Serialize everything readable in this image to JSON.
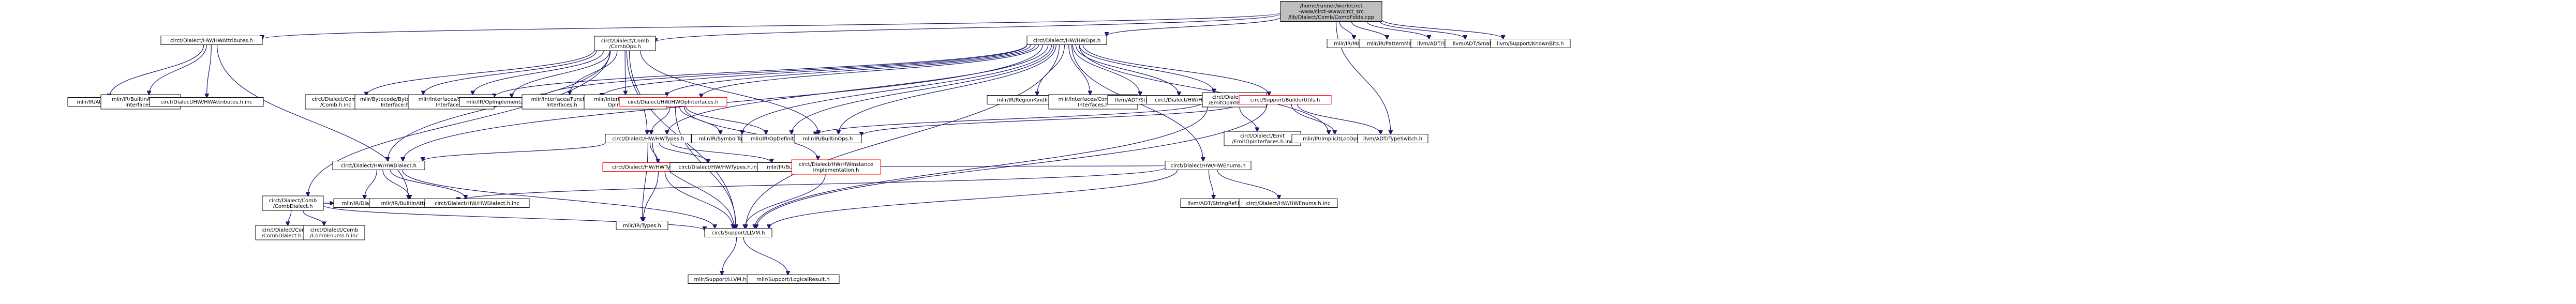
{
  "nodes": [
    {
      "id": "root",
      "lines": [
        "/home/runner/work/circt",
        "-www/circt-www/circt_src",
        "/lib/Dialect/Comb/CombFolds.cpp"
      ]
    },
    {
      "id": "hwattributes",
      "lines": [
        "circt/Dialect/HW/HWAttributes.h"
      ]
    },
    {
      "id": "combops",
      "lines": [
        "circt/Dialect/Comb",
        "/CombOps.h"
      ]
    },
    {
      "id": "hwops",
      "lines": [
        "circt/Dialect/HW/HWOps.h"
      ]
    },
    {
      "id": "mlir-matchers",
      "lines": [
        "mlir/IR/Matchers.h"
      ]
    },
    {
      "id": "mlir-patternmatch",
      "lines": [
        "mlir/IR/PatternMatch.h"
      ]
    },
    {
      "id": "llvm-setvector",
      "lines": [
        "llvm/ADT/SetVector.h"
      ]
    },
    {
      "id": "llvm-smallbitvector",
      "lines": [
        "llvm/ADT/SmallBitVector.h"
      ]
    },
    {
      "id": "llvm-knownbits",
      "lines": [
        "llvm/Support/KnownBits.h"
      ]
    },
    {
      "id": "mlir-attributes",
      "lines": [
        "mlir/IR/Attributes.h"
      ]
    },
    {
      "id": "mlir-builtinattrifaces",
      "lines": [
        "mlir/IR/BuiltinAttribute",
        "Interfaces.h"
      ]
    },
    {
      "id": "hwattributes-inc",
      "lines": [
        "circt/Dialect/HW/HWAttributes.h.inc"
      ]
    },
    {
      "id": "combdialect",
      "lines": [
        "circt/Dialect/Comb",
        "/CombDialect.h"
      ]
    },
    {
      "id": "comb-h-inc",
      "lines": [
        "circt/Dialect/Comb",
        "/Comb.h.inc"
      ]
    },
    {
      "id": "mlir-bytecode",
      "lines": [
        "mlir/Bytecode/BytecodeOp",
        "Interface.h"
      ]
    },
    {
      "id": "mlir-sideeffect",
      "lines": [
        "mlir/Interfaces/SideEffect",
        "Interfaces.h"
      ]
    },
    {
      "id": "mlir-opimpl",
      "lines": [
        "mlir/IR/OpImplementation.h"
      ]
    },
    {
      "id": "mlir-functionifaces",
      "lines": [
        "mlir/Interfaces/Function",
        "Interfaces.h"
      ]
    },
    {
      "id": "mlir-infertype",
      "lines": [
        "mlir/Interfaces/InferType",
        "OpInterface.h"
      ]
    },
    {
      "id": "hwopinterfaces",
      "lines": [
        "circt/Dialect/HW/HWOpInterfaces.h"
      ]
    },
    {
      "id": "mlir-regionkind",
      "lines": [
        "mlir/IR/RegionKindInterface.h"
      ]
    },
    {
      "id": "mlir-controlflow",
      "lines": [
        "mlir/Interfaces/ControlFlow",
        "Interfaces.h"
      ]
    },
    {
      "id": "llvm-stringextras",
      "lines": [
        "llvm/ADT/StringExtras.h"
      ]
    },
    {
      "id": "hw-h-inc",
      "lines": [
        "circt/Dialect/HW/HW.h.inc"
      ]
    },
    {
      "id": "emitopinterfaces",
      "lines": [
        "circt/Dialect/Emit",
        "/EmitOpInterfaces.h"
      ]
    },
    {
      "id": "builderutils",
      "lines": [
        "circt/Support/BuilderUtils.h"
      ]
    },
    {
      "id": "hwtypes",
      "lines": [
        "circt/Dialect/HW/HWTypes.h"
      ]
    },
    {
      "id": "mlir-symboltable",
      "lines": [
        "mlir/IR/SymbolTable.h"
      ]
    },
    {
      "id": "mlir-opdefinition",
      "lines": [
        "mlir/IR/OpDefinition.h"
      ]
    },
    {
      "id": "mlir-builtinops",
      "lines": [
        "mlir/IR/BuiltinOps.h"
      ]
    },
    {
      "id": "emitopinterfaces-inc",
      "lines": [
        "circt/Dialect/Emit",
        "/EmitOpInterfaces.h.inc"
      ]
    },
    {
      "id": "mlir-implicitlocopbuilder",
      "lines": [
        "mlir/IR/ImplicitLocOpBuilder.h"
      ]
    },
    {
      "id": "llvm-typeswitch",
      "lines": [
        "llvm/ADT/TypeSwitch.h"
      ]
    },
    {
      "id": "hwenums",
      "lines": [
        "circt/Dialect/HW/HWEnums.h"
      ]
    },
    {
      "id": "hwtypeinterfaces",
      "lines": [
        "circt/Dialect/HW/HWTypeInterfaces.h"
      ]
    },
    {
      "id": "hwtypes-inc",
      "lines": [
        "circt/Dialect/HW/HWTypes.h.inc"
      ]
    },
    {
      "id": "mlir-builtintypes",
      "lines": [
        "mlir/IR/BuiltinTypes.h"
      ]
    },
    {
      "id": "hwinstanceimpl",
      "lines": [
        "circt/Dialect/HW/HWInstance",
        "Implementation.h"
      ]
    },
    {
      "id": "llvm-stringref",
      "lines": [
        "llvm/ADT/StringRef.h"
      ]
    },
    {
      "id": "hwenums-inc",
      "lines": [
        "circt/Dialect/HW/HWEnums.h.inc"
      ]
    },
    {
      "id": "hwdialect",
      "lines": [
        "circt/Dialect/HW/HWDialect.h"
      ]
    },
    {
      "id": "combdialect-inc",
      "lines": [
        "circt/Dialect/Comb",
        "/CombDialect.h.inc"
      ]
    },
    {
      "id": "combenums-inc",
      "lines": [
        "circt/Dialect/Comb",
        "/CombEnums.h.inc"
      ]
    },
    {
      "id": "mlir-dialect",
      "lines": [
        "mlir/IR/Dialect.h"
      ]
    },
    {
      "id": "mlir-builtinattributes",
      "lines": [
        "mlir/IR/BuiltinAttributes.h"
      ]
    },
    {
      "id": "hwdialect-inc",
      "lines": [
        "circt/Dialect/HW/HWDialect.h.inc"
      ]
    },
    {
      "id": "mlir-types",
      "lines": [
        "mlir/IR/Types.h"
      ]
    },
    {
      "id": "circt-llvm",
      "lines": [
        "circt/Support/LLVM.h"
      ]
    },
    {
      "id": "mlir-support-llvm",
      "lines": [
        "mlir/Support/LLVM.h"
      ]
    },
    {
      "id": "mlir-logicalresult",
      "lines": [
        "mlir/Support/LogicalResult.h"
      ]
    }
  ],
  "edges": [
    [
      "root",
      "hwattributes"
    ],
    [
      "root",
      "combops"
    ],
    [
      "root",
      "hwops"
    ],
    [
      "root",
      "mlir-matchers"
    ],
    [
      "root",
      "mlir-patternmatch"
    ],
    [
      "root",
      "llvm-setvector"
    ],
    [
      "root",
      "llvm-smallbitvector"
    ],
    [
      "root",
      "llvm-knownbits"
    ],
    [
      "root",
      "llvm-typeswitch"
    ],
    [
      "hwattributes",
      "mlir-attributes"
    ],
    [
      "hwattributes",
      "mlir-builtinattrifaces"
    ],
    [
      "hwattributes",
      "hwattributes-inc"
    ],
    [
      "hwattributes",
      "mlir-builtinattributes"
    ],
    [
      "combops",
      "combdialect"
    ],
    [
      "combops",
      "comb-h-inc"
    ],
    [
      "combops",
      "mlir-bytecode"
    ],
    [
      "combops",
      "mlir-sideeffect"
    ],
    [
      "combops",
      "mlir-opimpl"
    ],
    [
      "combops",
      "mlir-functionifaces"
    ],
    [
      "combops",
      "mlir-infertype"
    ],
    [
      "combops",
      "hwtypes"
    ],
    [
      "combops",
      "mlir-builtinops"
    ],
    [
      "combops",
      "circt-llvm"
    ],
    [
      "combops",
      "hwdialect"
    ],
    [
      "hwops",
      "mlir-sideeffect"
    ],
    [
      "hwops",
      "mlir-opimpl"
    ],
    [
      "hwops",
      "mlir-functionifaces"
    ],
    [
      "hwops",
      "mlir-infertype"
    ],
    [
      "hwops",
      "hwopinterfaces"
    ],
    [
      "hwops",
      "mlir-regionkind"
    ],
    [
      "hwops",
      "mlir-controlflow"
    ],
    [
      "hwops",
      "llvm-stringextras"
    ],
    [
      "hwops",
      "hw-h-inc"
    ],
    [
      "hwops",
      "emitopinterfaces"
    ],
    [
      "hwops",
      "builderutils"
    ],
    [
      "hwops",
      "hwtypes"
    ],
    [
      "hwops",
      "mlir-symboltable"
    ],
    [
      "hwops",
      "mlir-opdefinition"
    ],
    [
      "hwops",
      "mlir-builtinops"
    ],
    [
      "hwops",
      "hwenums"
    ],
    [
      "hwops",
      "hwdialect"
    ],
    [
      "hwops",
      "mlir-implicitlocopbuilder"
    ],
    [
      "hwops",
      "circt-llvm"
    ],
    [
      "combdialect",
      "combdialect-inc"
    ],
    [
      "combdialect",
      "combenums-inc"
    ],
    [
      "combdialect",
      "mlir-dialect"
    ],
    [
      "combdialect",
      "mlir-builtinattributes"
    ],
    [
      "combdialect",
      "circt-llvm"
    ],
    [
      "hwopinterfaces",
      "hwtypes"
    ],
    [
      "hwopinterfaces",
      "mlir-symboltable"
    ],
    [
      "hwopinterfaces",
      "mlir-opdefinition"
    ],
    [
      "hwopinterfaces",
      "hwinstanceimpl"
    ],
    [
      "hwopinterfaces",
      "circt-llvm"
    ],
    [
      "emitopinterfaces",
      "mlir-opdefinition"
    ],
    [
      "emitopinterfaces",
      "emitopinterfaces-inc"
    ],
    [
      "emitopinterfaces",
      "circt-llvm"
    ],
    [
      "builderutils",
      "mlir-implicitlocopbuilder"
    ],
    [
      "builderutils",
      "llvm-typeswitch"
    ],
    [
      "builderutils",
      "mlir-builtinops"
    ],
    [
      "builderutils",
      "circt-llvm"
    ],
    [
      "hwtypes",
      "hwtypeinterfaces"
    ],
    [
      "hwtypes",
      "hwtypes-inc"
    ],
    [
      "hwtypes",
      "mlir-builtintypes"
    ],
    [
      "hwtypes",
      "hwdialect"
    ],
    [
      "hwtypes",
      "mlir-types"
    ],
    [
      "hwtypes",
      "circt-llvm"
    ],
    [
      "hwtypeinterfaces",
      "mlir-types"
    ],
    [
      "hwtypeinterfaces",
      "circt-llvm"
    ],
    [
      "hwinstanceimpl",
      "circt-llvm"
    ],
    [
      "hwenums",
      "mlir-builtinattributes"
    ],
    [
      "hwenums",
      "mlir-builtintypes"
    ],
    [
      "hwenums",
      "llvm-stringref"
    ],
    [
      "hwenums",
      "hwenums-inc"
    ],
    [
      "hwenums",
      "circt-llvm"
    ],
    [
      "hwdialect",
      "hwdialect-inc"
    ],
    [
      "hwdialect",
      "mlir-dialect"
    ],
    [
      "hwdialect",
      "mlir-builtinattributes"
    ],
    [
      "hwdialect",
      "circt-llvm"
    ],
    [
      "circt-llvm",
      "mlir-support-llvm"
    ],
    [
      "circt-llvm",
      "mlir-logicalresult"
    ]
  ]
}
